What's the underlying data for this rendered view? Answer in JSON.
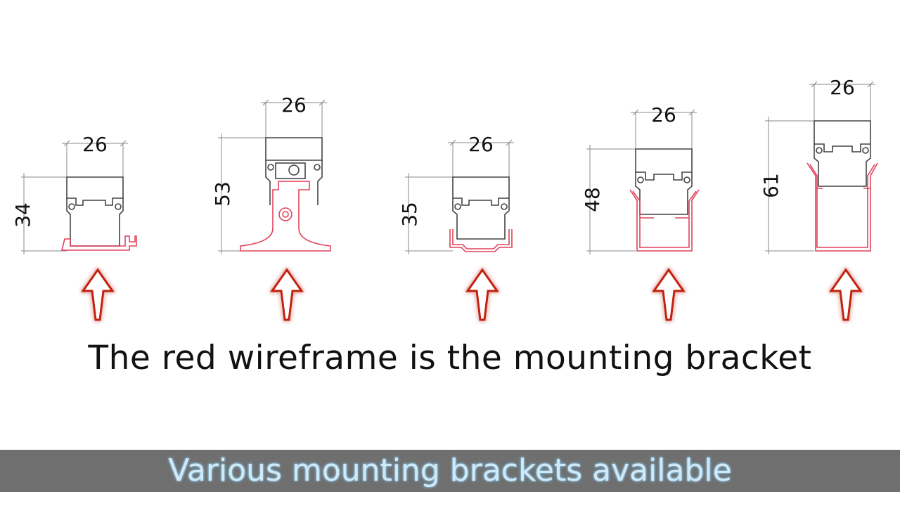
{
  "profiles": [
    {
      "id": "profile-1",
      "width_label": "26",
      "height_label": "34"
    },
    {
      "id": "profile-2",
      "width_label": "26",
      "height_label": "53"
    },
    {
      "id": "profile-3",
      "width_label": "26",
      "height_label": "35"
    },
    {
      "id": "profile-4",
      "width_label": "26",
      "height_label": "48"
    },
    {
      "id": "profile-5",
      "width_label": "26",
      "height_label": "61"
    }
  ],
  "caption": "The red wireframe is the mounting bracket",
  "banner": "Various mounting brackets available",
  "colors": {
    "profile_line": "#444444",
    "bracket_line": "#e0445c",
    "arrow_glow": "#ff5a2a",
    "banner_bg": "#6f6f6f",
    "banner_text": "#cfe9f7"
  }
}
